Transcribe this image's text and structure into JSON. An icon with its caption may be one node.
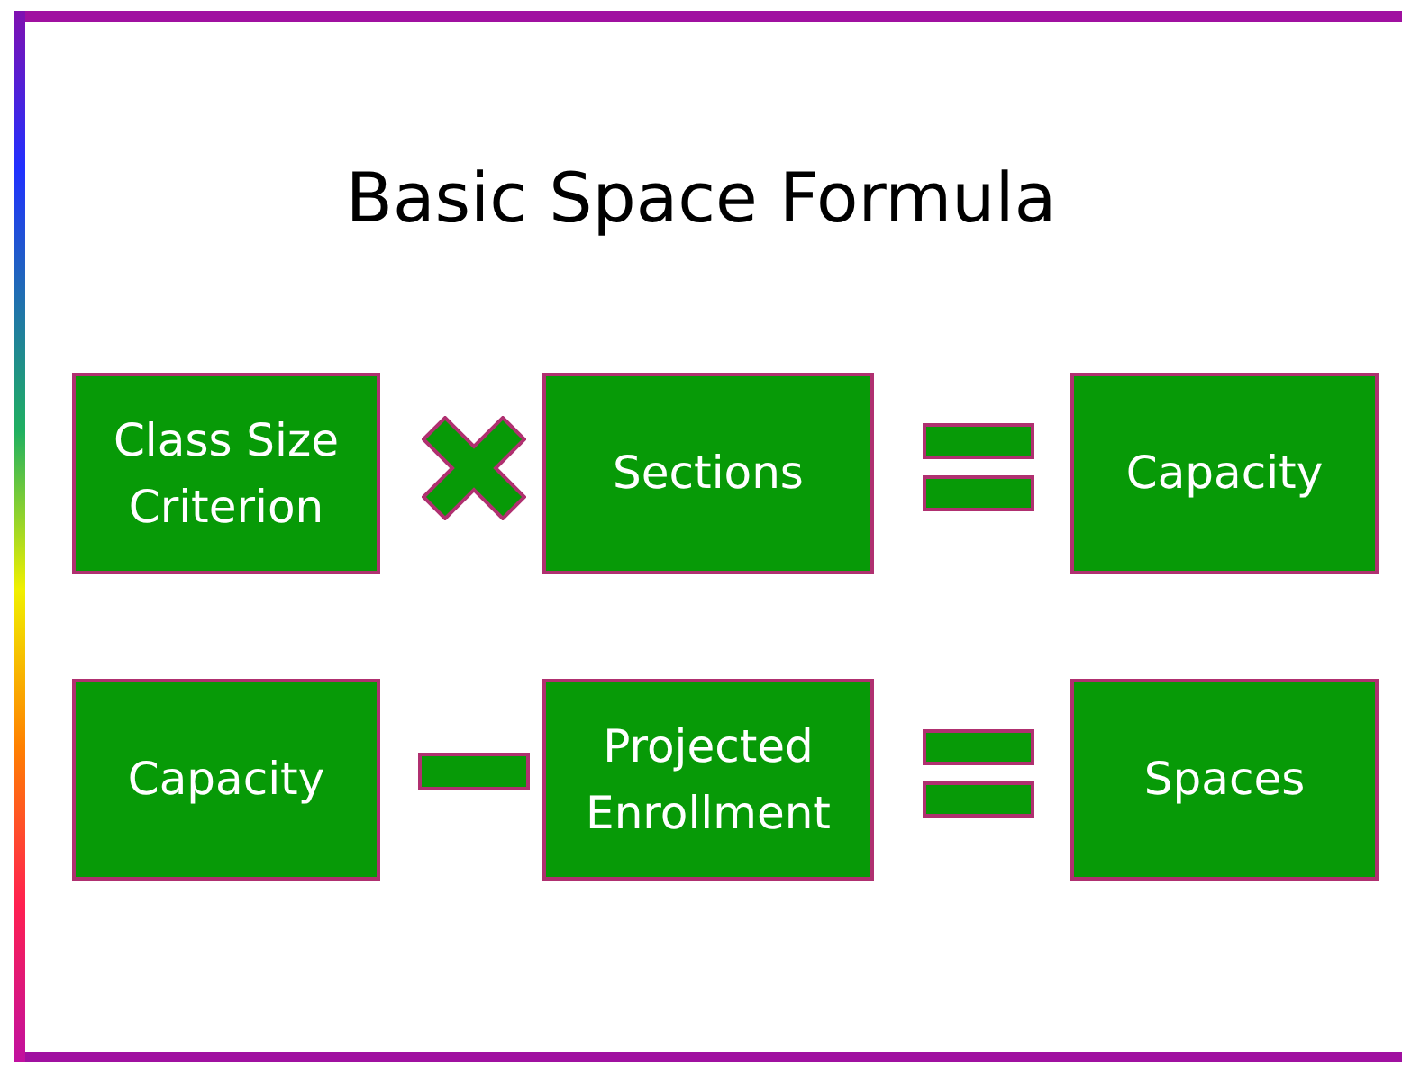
{
  "diagram": {
    "title": "Basic Space Formula",
    "nodes": [
      {
        "text": [
          "Class Size Criterion"
        ]
      },
      {
        "text": [
          "Sections"
        ]
      },
      {
        "text": [
          "Capacity"
        ]
      },
      {
        "text": [
          "Capacity"
        ]
      },
      {
        "text": [
          "Projected Enrollment"
        ]
      },
      {
        "text": [
          "Spaces"
        ]
      }
    ],
    "edges": []
  }
}
